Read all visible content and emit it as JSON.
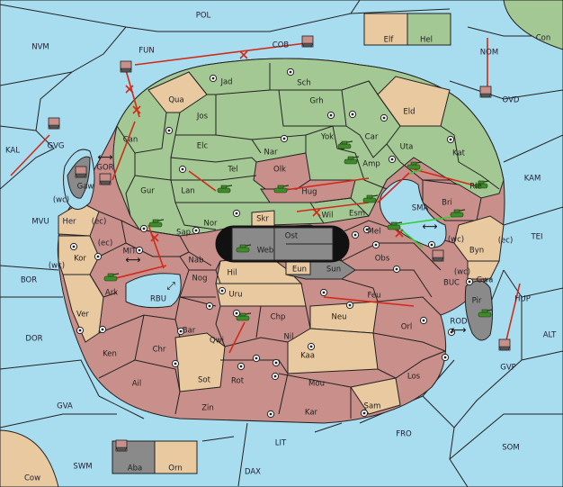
{
  "sea_labels": {
    "pol": "POL",
    "nvm": "NVM",
    "fun": "FUN",
    "cob": "COB",
    "nom": "NOM",
    "con": "Con",
    "ovd": "OVD",
    "kal": "KAL",
    "gvg": "GVG",
    "gor": "GOR",
    "wc1": "(wc)",
    "mvu": "MVU",
    "her": "Her",
    "ec1": "(ec)",
    "ec2": "(ec)",
    "mit": "MIT",
    "wc2": "(wc)",
    "bor": "BOR",
    "rbu": "RBU",
    "dor": "DOR",
    "gva": "GVA",
    "swm": "SWM",
    "cow": "Cow",
    "dax": "DAX",
    "lit": "LIT",
    "fro": "FRO",
    "som": "SOM",
    "alt": "ALT",
    "gvp": "GVP",
    "hup": "HUP",
    "rod": "ROD",
    "buc": "BUC",
    "tei": "TEI",
    "kam": "KAM",
    "sma": "SMA",
    "ec3": "(ec)",
    "wc3": "(wc)",
    "wc4": "(wc)"
  },
  "provinces": {
    "jad": "Jad",
    "sch": "Sch",
    "qua": "Qua",
    "jos": "Jos",
    "grh": "Grh",
    "eld": "Eld",
    "can": "Can",
    "elc": "Elc",
    "nar": "Nar",
    "yok": "Yok",
    "car": "Car",
    "uta": "Uta",
    "kat": "Kat",
    "tel": "Tel",
    "olk": "Olk",
    "amp": "Amp",
    "gur": "Gur",
    "lan": "Lan",
    "hug": "Hug",
    "esm": "Esm",
    "rie": "Rie",
    "bri": "Bri",
    "gaw": "Gaw",
    "nor": "Nor",
    "wil": "Wil",
    "skr": "Skr",
    "ost": "Ost",
    "web": "Web",
    "mel": "Mel",
    "byn": "Byn",
    "sap": "Sap",
    "kor": "Kor",
    "nab": "Nab",
    "eun": "Eun",
    "sun": "Sun",
    "obs": "Obs",
    "gwa": "Gwa",
    "hil": "Hil",
    "nog": "Nog",
    "ark": "Ark",
    "uru": "Uru",
    "feu": "Feu",
    "pir": "Pir",
    "ver": "Ver",
    "chp": "Chp",
    "neu": "Neu",
    "orl": "Orl",
    "bar": "Bar",
    "qwi": "Qwi",
    "nil": "Nil",
    "ken": "Ken",
    "chr": "Chr",
    "kaa": "Kaa",
    "los": "Los",
    "sot": "Sot",
    "rot": "Rot",
    "mou": "Mou",
    "ail": "Ail",
    "sam": "Sam",
    "zin": "Zin",
    "kar": "Kar",
    "elf": "Elf",
    "hel": "Hel",
    "aba": "Aba",
    "orn": "Orn"
  },
  "colors": {
    "sea": "#a8dcef",
    "green": "#a4c893",
    "red": "#c98f8a",
    "tan": "#e8c9a0",
    "gray": "#8a8a8a",
    "move": "#d12a1a",
    "support": "#33cc33"
  }
}
